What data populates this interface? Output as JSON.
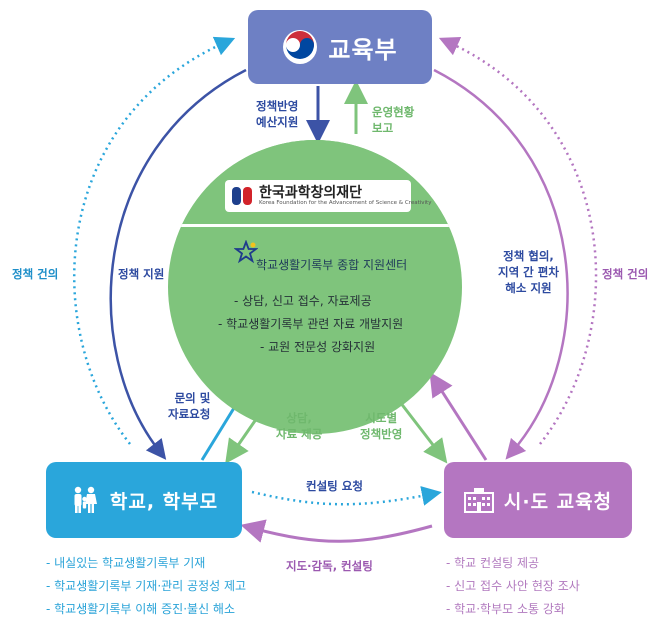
{
  "nodes": {
    "moe": {
      "label": "교육부"
    },
    "school": {
      "label": "학교, 학부모"
    },
    "office": {
      "label": "시·도 교육청"
    }
  },
  "center": {
    "org_name": "한국과학창의재단",
    "org_name_en": "Korea Foundation for the Advancement of Science & Creativity",
    "center_title": "학교생활기록부 종합 지원센터",
    "items": [
      "- 상담, 신고 접수, 자료제공",
      "- 학교생활기록부 관련 자료 개발지원",
      "- 교원 전문성 강화지원"
    ]
  },
  "labels": {
    "moe_down_1": "정책반영",
    "moe_down_2": "예산지원",
    "moe_up_1": "운영현황",
    "moe_up_2": "보고",
    "left_outer": "정책 건의",
    "left_inner": "정책 지원",
    "right_inner_1": "정책 협의,",
    "right_inner_2": "지역 간 편차",
    "right_inner_3": "해소 지원",
    "right_outer": "정책 건의",
    "school_up_1": "문의 및",
    "school_up_2": "자료요청",
    "center_to_school_1": "상담,",
    "center_to_school_2": "자료 제공",
    "center_to_office_1": "시도별",
    "center_to_office_2": "정책반영",
    "consult_request": "컨설팅 요청",
    "guidance": "지도·감독, 컨설팅"
  },
  "school_bullets": [
    "- 내실있는 학교생활기록부 기재",
    "- 학교생활기록부 기재·관리 공정성 제고",
    "- 학교생활기록부 이해 증진·불신 해소"
  ],
  "office_bullets": [
    "- 학교 컨설팅 제공",
    "- 신고 접수 사안 현장 조사",
    "- 학교·학부모 소통 강화"
  ],
  "colors": {
    "moe": "#6e80c4",
    "school": "#2aa6db",
    "office": "#b476c1",
    "center": "#7fc47c",
    "arrow_blue": "#3c53a6",
    "arrow_green": "#7fc47c",
    "arrow_sky": "#2aa6db",
    "arrow_purple": "#b476c1"
  }
}
